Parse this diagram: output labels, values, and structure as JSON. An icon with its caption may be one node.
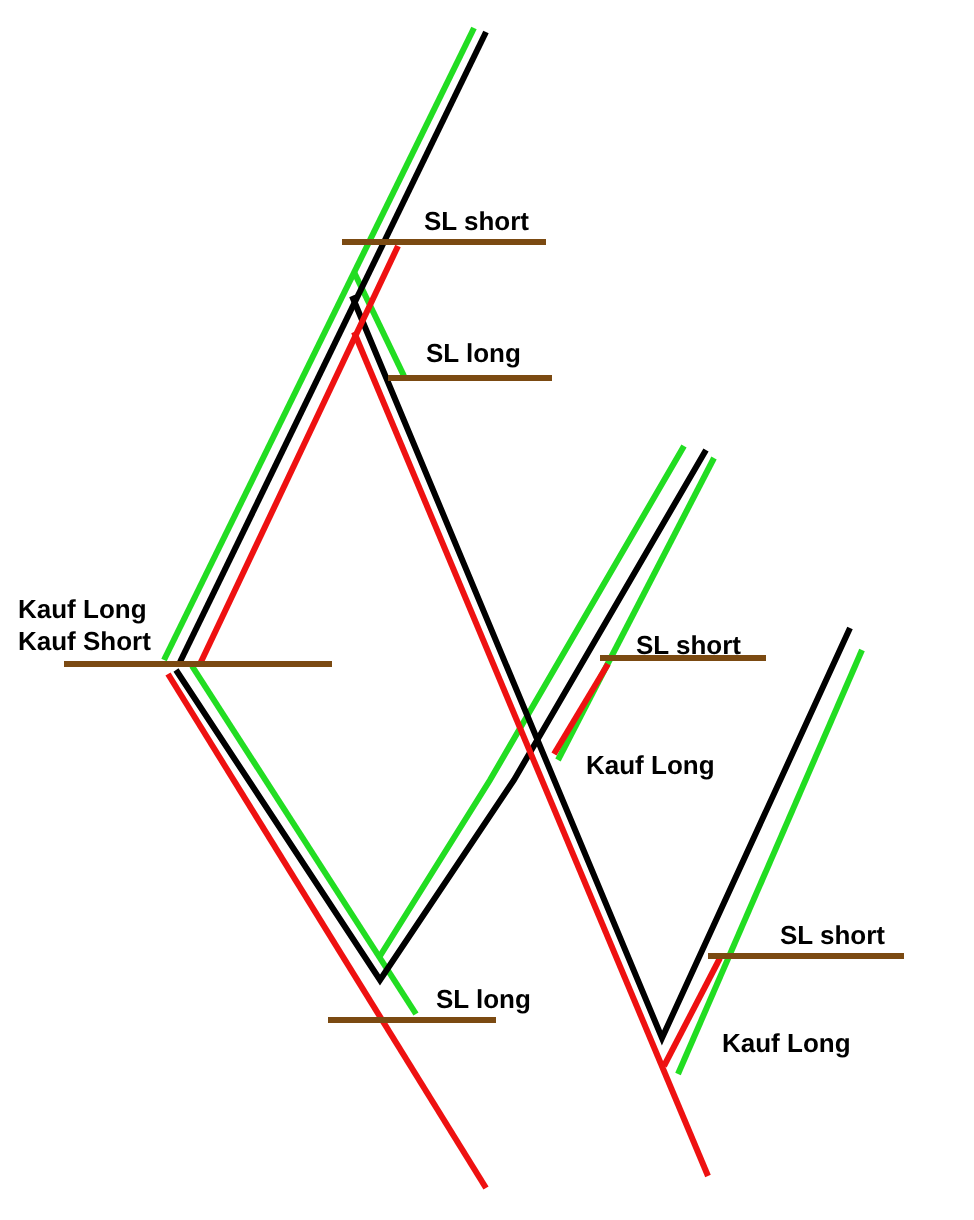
{
  "diagram": {
    "labels": [
      "SL short",
      "SL long",
      "Kauf Long",
      "Kauf Short",
      "SL short",
      "Kauf Long",
      "SL short",
      "SL long",
      "Kauf Long"
    ]
  }
}
